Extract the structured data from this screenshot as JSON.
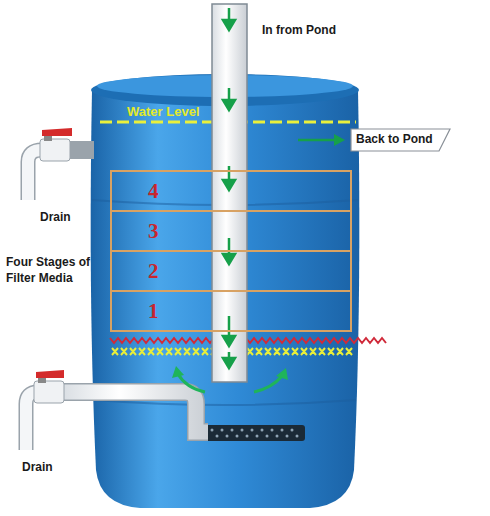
{
  "diagram": {
    "nodes": [
      {
        "text": [
          "Back to Pond"
        ]
      },
      {
        "text": [
          "4"
        ]
      },
      {
        "text": [
          "3"
        ]
      },
      {
        "text": [
          "2"
        ]
      },
      {
        "text": [
          "1"
        ]
      }
    ],
    "labels": [
      "In from Pond",
      "Water Level",
      "Drain",
      "Four Stages of Filter Media",
      "Drain"
    ]
  }
}
